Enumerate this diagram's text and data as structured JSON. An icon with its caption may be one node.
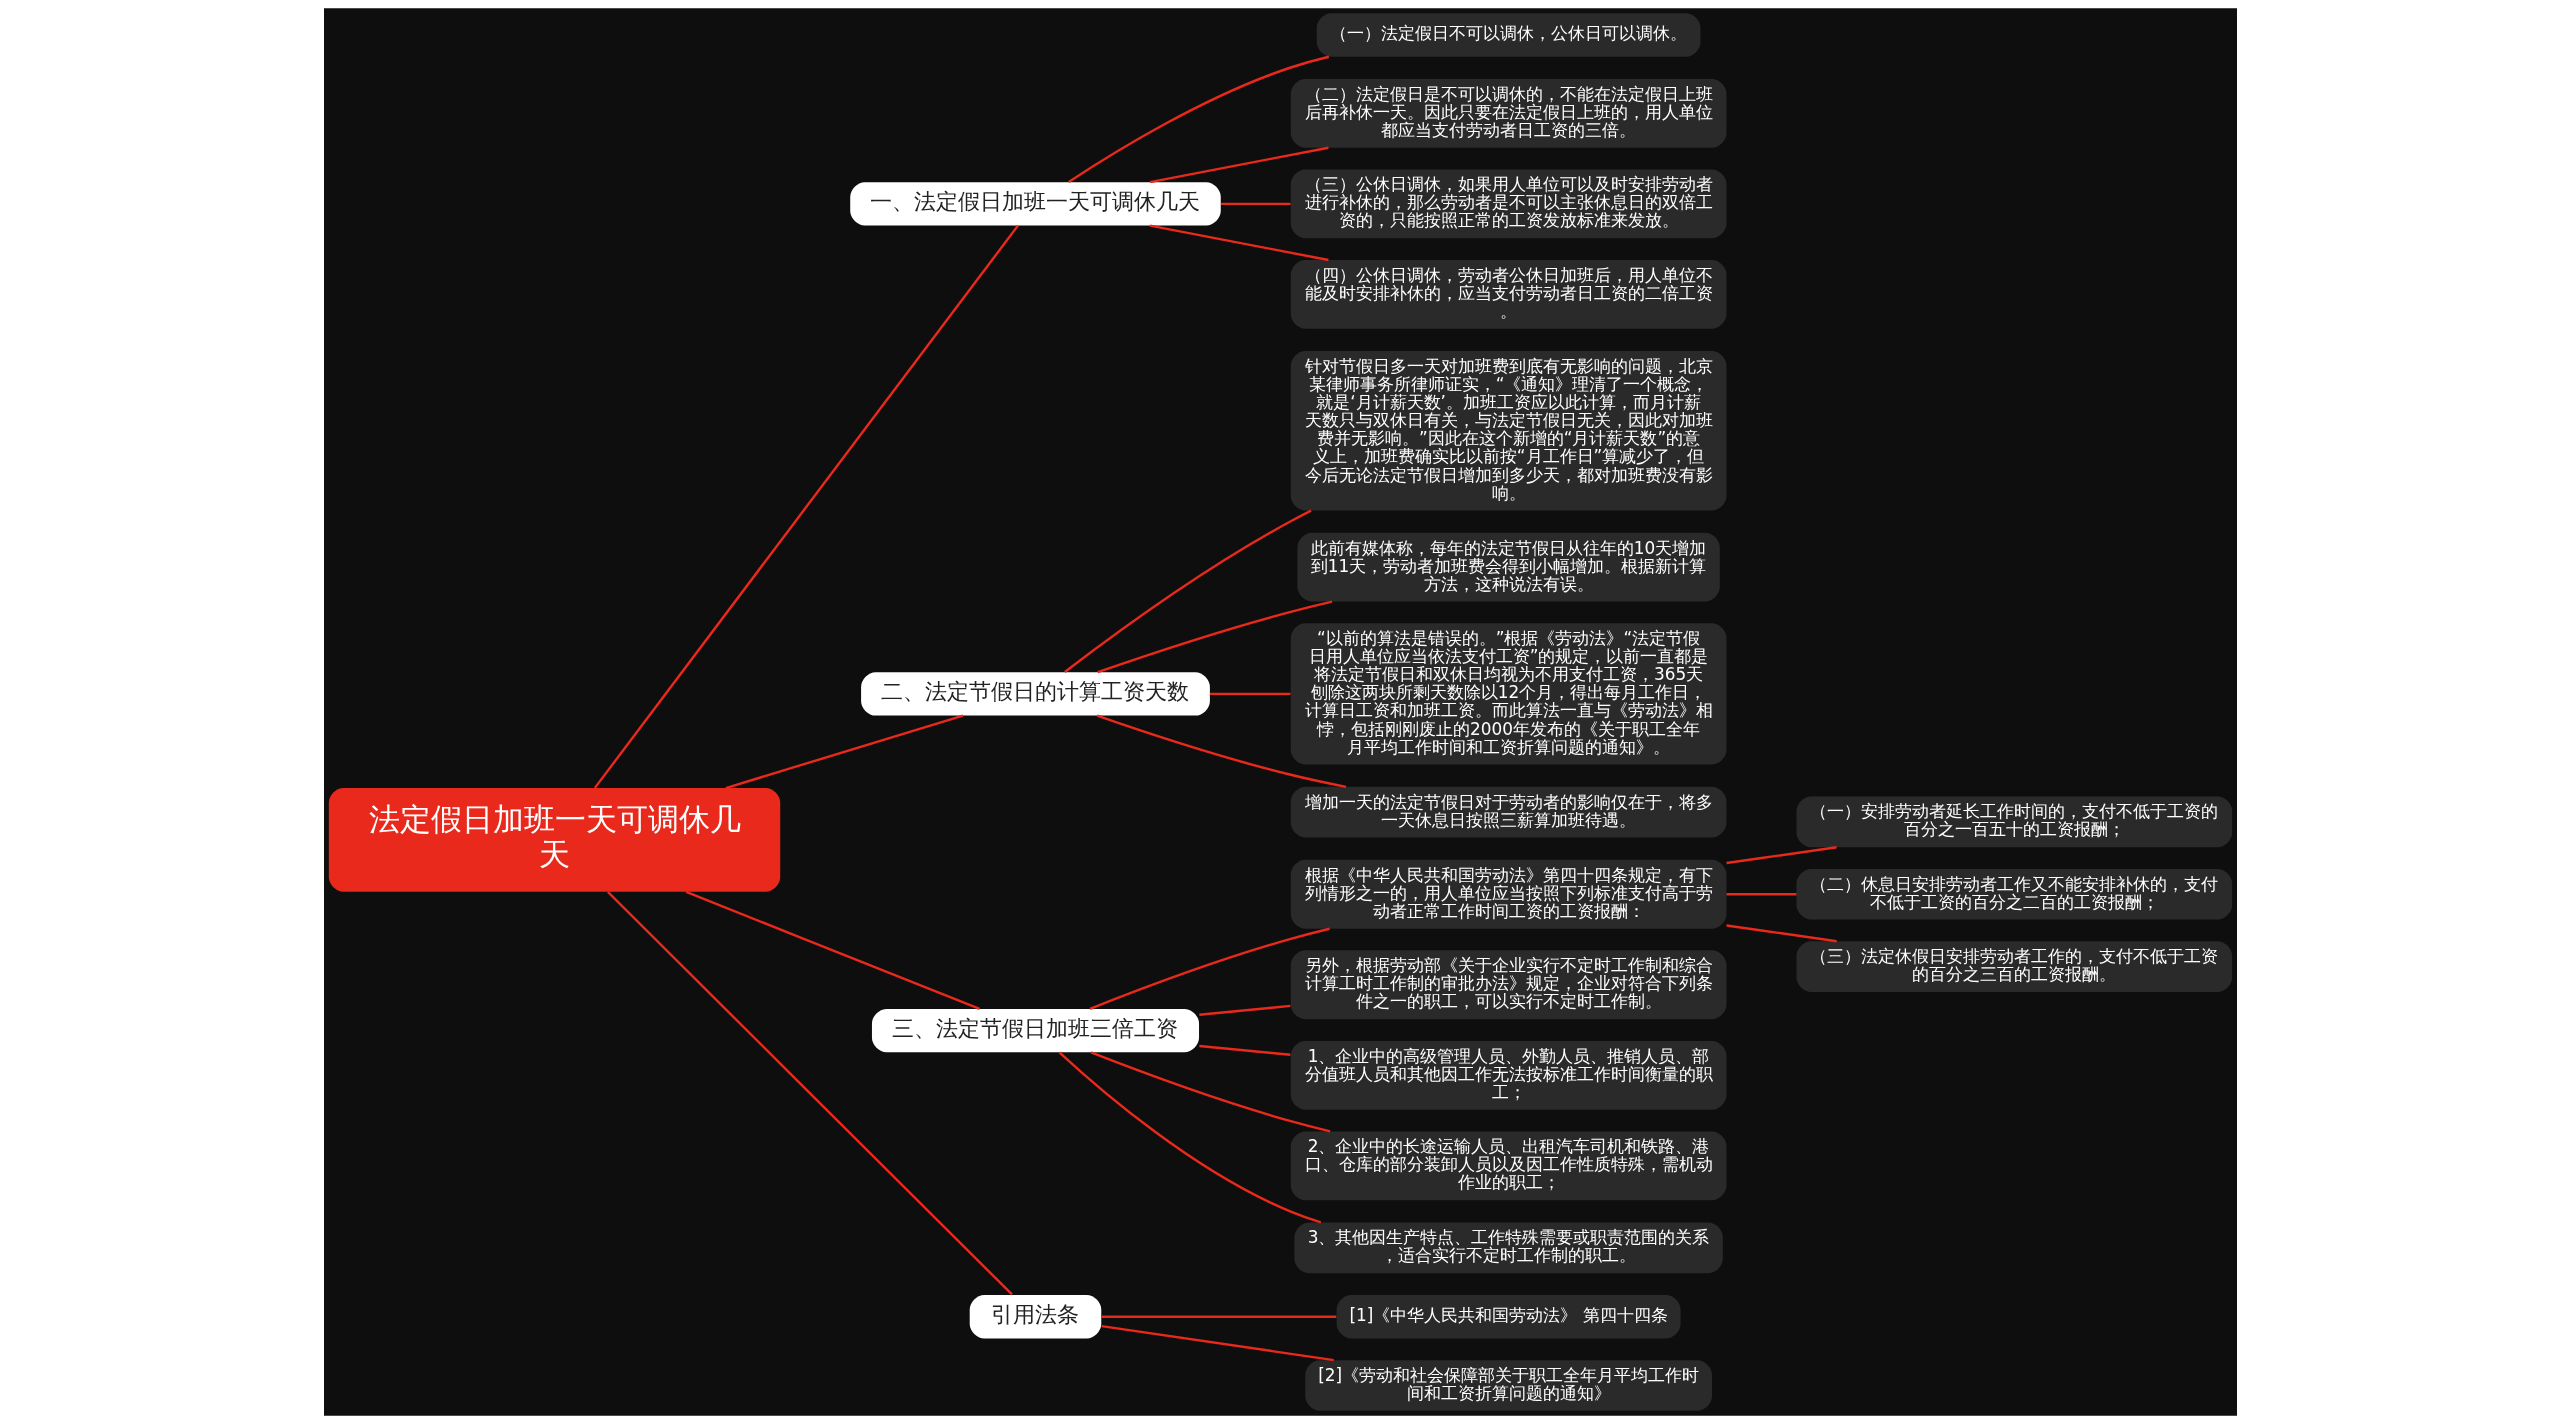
{
  "diagram": {
    "nodes": [
      {
        "text": [
          "法定假日加班一天可调休几天"
        ]
      },
      {
        "text": [
          "一、法定假日加班一天可调休几天"
        ]
      },
      {
        "text": [
          "（一）法定假日不可以调休，公休日可以调休。"
        ]
      },
      {
        "text": [
          "（二）法定假日是不可以调休的，不能在法定假日上班后再补休一天。因此只要在法定假日上班的，用人单位都应当支付劳动者日工资的三倍。"
        ]
      },
      {
        "text": [
          "（三）公休日调休，如果用人单位可以及时安排劳动者进行补休的，那么劳动者是不可以主张休息日的双倍工资的，只能按照正常的工资发放标准来发放。"
        ]
      },
      {
        "text": [
          "（四）公休日调休，劳动者公休日加班后，用人单位不能及时安排补休的，应当支付劳动者日工资的二倍工资。"
        ]
      },
      {
        "text": [
          "二、法定节假日的计算工资天数"
        ]
      },
      {
        "text": [
          "针对节假日多一天对加班费到底有无影响的问题，北京某律师事务所律师证实，“《通知》理清了一个概念，就是‘月计薪天数’。加班工资应以此计算，而月计薪天数只与双休日有关，与法定节假日无关，因此对加班费并无影响。”因此在这个新增的“月计薪天数”的意义上，加班费确实比以前按“月工作日”算减少了，但今后无论法定节假日增加到多少天，都对加班费没有影响。"
        ]
      },
      {
        "text": [
          "此前有媒体称，每年的法定节假日从往年的10天增加到11天，劳动者加班费会得到小幅增加。根据新计算方法，这种说法有误。"
        ]
      },
      {
        "text": [
          "“以前的算法是错误的。”根据《劳动法》“法定节假日用人单位应当依法支付工资”的规定，以前一直都是将法定节假日和双休日均视为不用支付工资，365天刨除这两块所剩天数除以12个月，得出每月工作日，计算日工资和加班工资。而此算法一直与《劳动法》相悖，包括刚刚废止的2000年发布的《关于职工全年月平均工作时间和工资折算问题的通知》。"
        ]
      },
      {
        "text": [
          "增加一天的法定节假日对于劳动者的影响仅在于，将多一天休息日按照三薪算加班待遇。"
        ]
      },
      {
        "text": [
          "三、法定节假日加班三倍工资"
        ]
      },
      {
        "text": [
          "根据《中华人民共和国劳动法》第四十四条规定，有下列情形之一的，用人单位应当按照下列标准支付高于劳动者正常工作时间工资的工资报酬："
        ]
      },
      {
        "text": [
          "（一）安排劳动者延长工作时间的，支付不低于工资的百分之一百五十的工资报酬；"
        ]
      },
      {
        "text": [
          "（二）休息日安排劳动者工作又不能安排补休的，支付不低于工资的百分之二百的工资报酬；"
        ]
      },
      {
        "text": [
          "（三）法定休假日安排劳动者工作的，支付不低于工资的百分之三百的工资报酬。"
        ]
      },
      {
        "text": [
          "另外，根据劳动部《关于企业实行不定时工作制和综合计算工时工作制的审批办法》规定，企业对符合下列条件之一的职工，可以实行不定时工作制。"
        ]
      },
      {
        "text": [
          "1、企业中的高级管理人员、外勤人员、推销人员、部分值班人员和其他因工作无法按标准工作时间衡量的职工；"
        ]
      },
      {
        "text": [
          "2、企业中的长途运输人员、出租汽车司机和铁路、港口、仓库的部分装卸人员以及因工作性质特殊，需机动作业的职工；"
        ]
      },
      {
        "text": [
          "3、其他因生产特点、工作特殊需要或职责范围的关系，适合实行不定时工作制的职工。"
        ]
      },
      {
        "text": [
          "引用法条"
        ]
      },
      {
        "text": [
          "[1]《中华人民共和国劳动法》 第四十四条"
        ]
      },
      {
        "text": [
          "[2]《劳动和社会保障部关于职工全年月平均工作时间和工资折算问题的通知》"
        ]
      }
    ],
    "edges": [
      {
        "from": 0,
        "to": 1,
        "arrow": "none"
      },
      {
        "from": 1,
        "to": 2,
        "arrow": "none"
      },
      {
        "from": 1,
        "to": 3,
        "arrow": "none"
      },
      {
        "from": 1,
        "to": 4,
        "arrow": "none"
      },
      {
        "from": 1,
        "to": 5,
        "arrow": "none"
      },
      {
        "from": 0,
        "to": 6,
        "arrow": "none"
      },
      {
        "from": 6,
        "to": 7,
        "arrow": "none"
      },
      {
        "from": 6,
        "to": 8,
        "arrow": "none"
      },
      {
        "from": 6,
        "to": 9,
        "arrow": "none"
      },
      {
        "from": 6,
        "to": 10,
        "arrow": "none"
      },
      {
        "from": 0,
        "to": 11,
        "arrow": "none"
      },
      {
        "from": 11,
        "to": 12,
        "arrow": "none"
      },
      {
        "from": 12,
        "to": 13,
        "arrow": "none"
      },
      {
        "from": 12,
        "to": 14,
        "arrow": "none"
      },
      {
        "from": 12,
        "to": 15,
        "arrow": "none"
      },
      {
        "from": 11,
        "to": 16,
        "arrow": "none"
      },
      {
        "from": 11,
        "to": 17,
        "arrow": "none"
      },
      {
        "from": 11,
        "to": 18,
        "arrow": "none"
      },
      {
        "from": 11,
        "to": 19,
        "arrow": "none"
      },
      {
        "from": 0,
        "to": 20,
        "arrow": "none"
      },
      {
        "from": 20,
        "to": 21,
        "arrow": "none"
      },
      {
        "from": 20,
        "to": 22,
        "arrow": "none"
      }
    ]
  }
}
